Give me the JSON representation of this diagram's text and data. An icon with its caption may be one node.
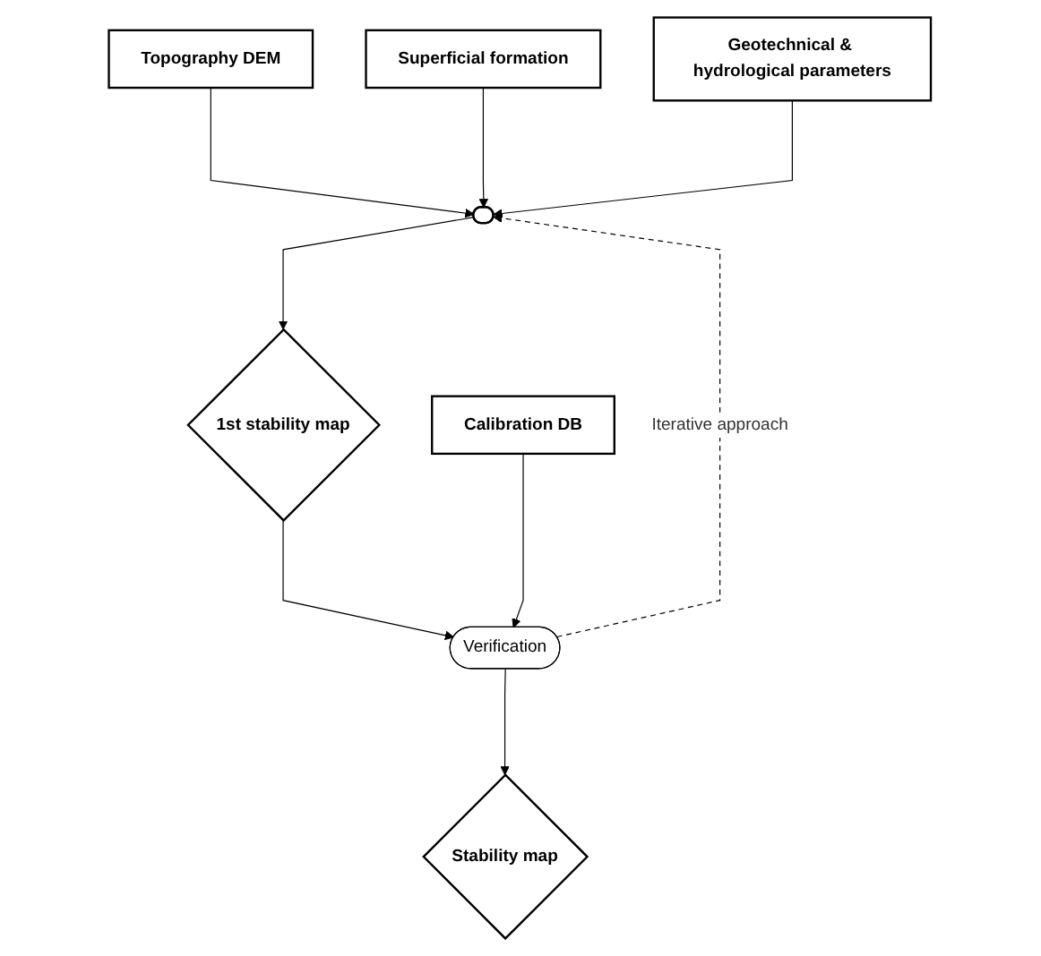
{
  "diagram": {
    "nodes": [
      {
        "text": [
          "Topography DEM"
        ]
      },
      {
        "text": [
          "Superficial formation"
        ]
      },
      {
        "text": [
          "Geotechnical & hydrological parameters"
        ]
      },
      {
        "text": [],
        "shape": "ellipse"
      },
      {
        "text": [
          "1st stability map"
        ]
      },
      {
        "text": [
          "Calibration DB"
        ]
      },
      {
        "text": [
          "Verification"
        ]
      },
      {
        "text": [
          "Stability map"
        ]
      }
    ],
    "edges": [
      {
        "from": 0,
        "to": 3,
        "arrow": "to"
      },
      {
        "from": 1,
        "to": 3,
        "arrow": "to"
      },
      {
        "from": 2,
        "to": 3,
        "arrow": "to"
      },
      {
        "from": 3,
        "to": 4,
        "arrow": "to"
      },
      {
        "from": 4,
        "to": 6,
        "arrow": "to"
      },
      {
        "from": 5,
        "to": 6,
        "arrow": "to"
      },
      {
        "from": 6,
        "to": 3,
        "arrow": "to",
        "style": "dashed",
        "label": "Iterative approach"
      },
      {
        "from": 6,
        "to": 7,
        "arrow": "to"
      }
    ]
  }
}
